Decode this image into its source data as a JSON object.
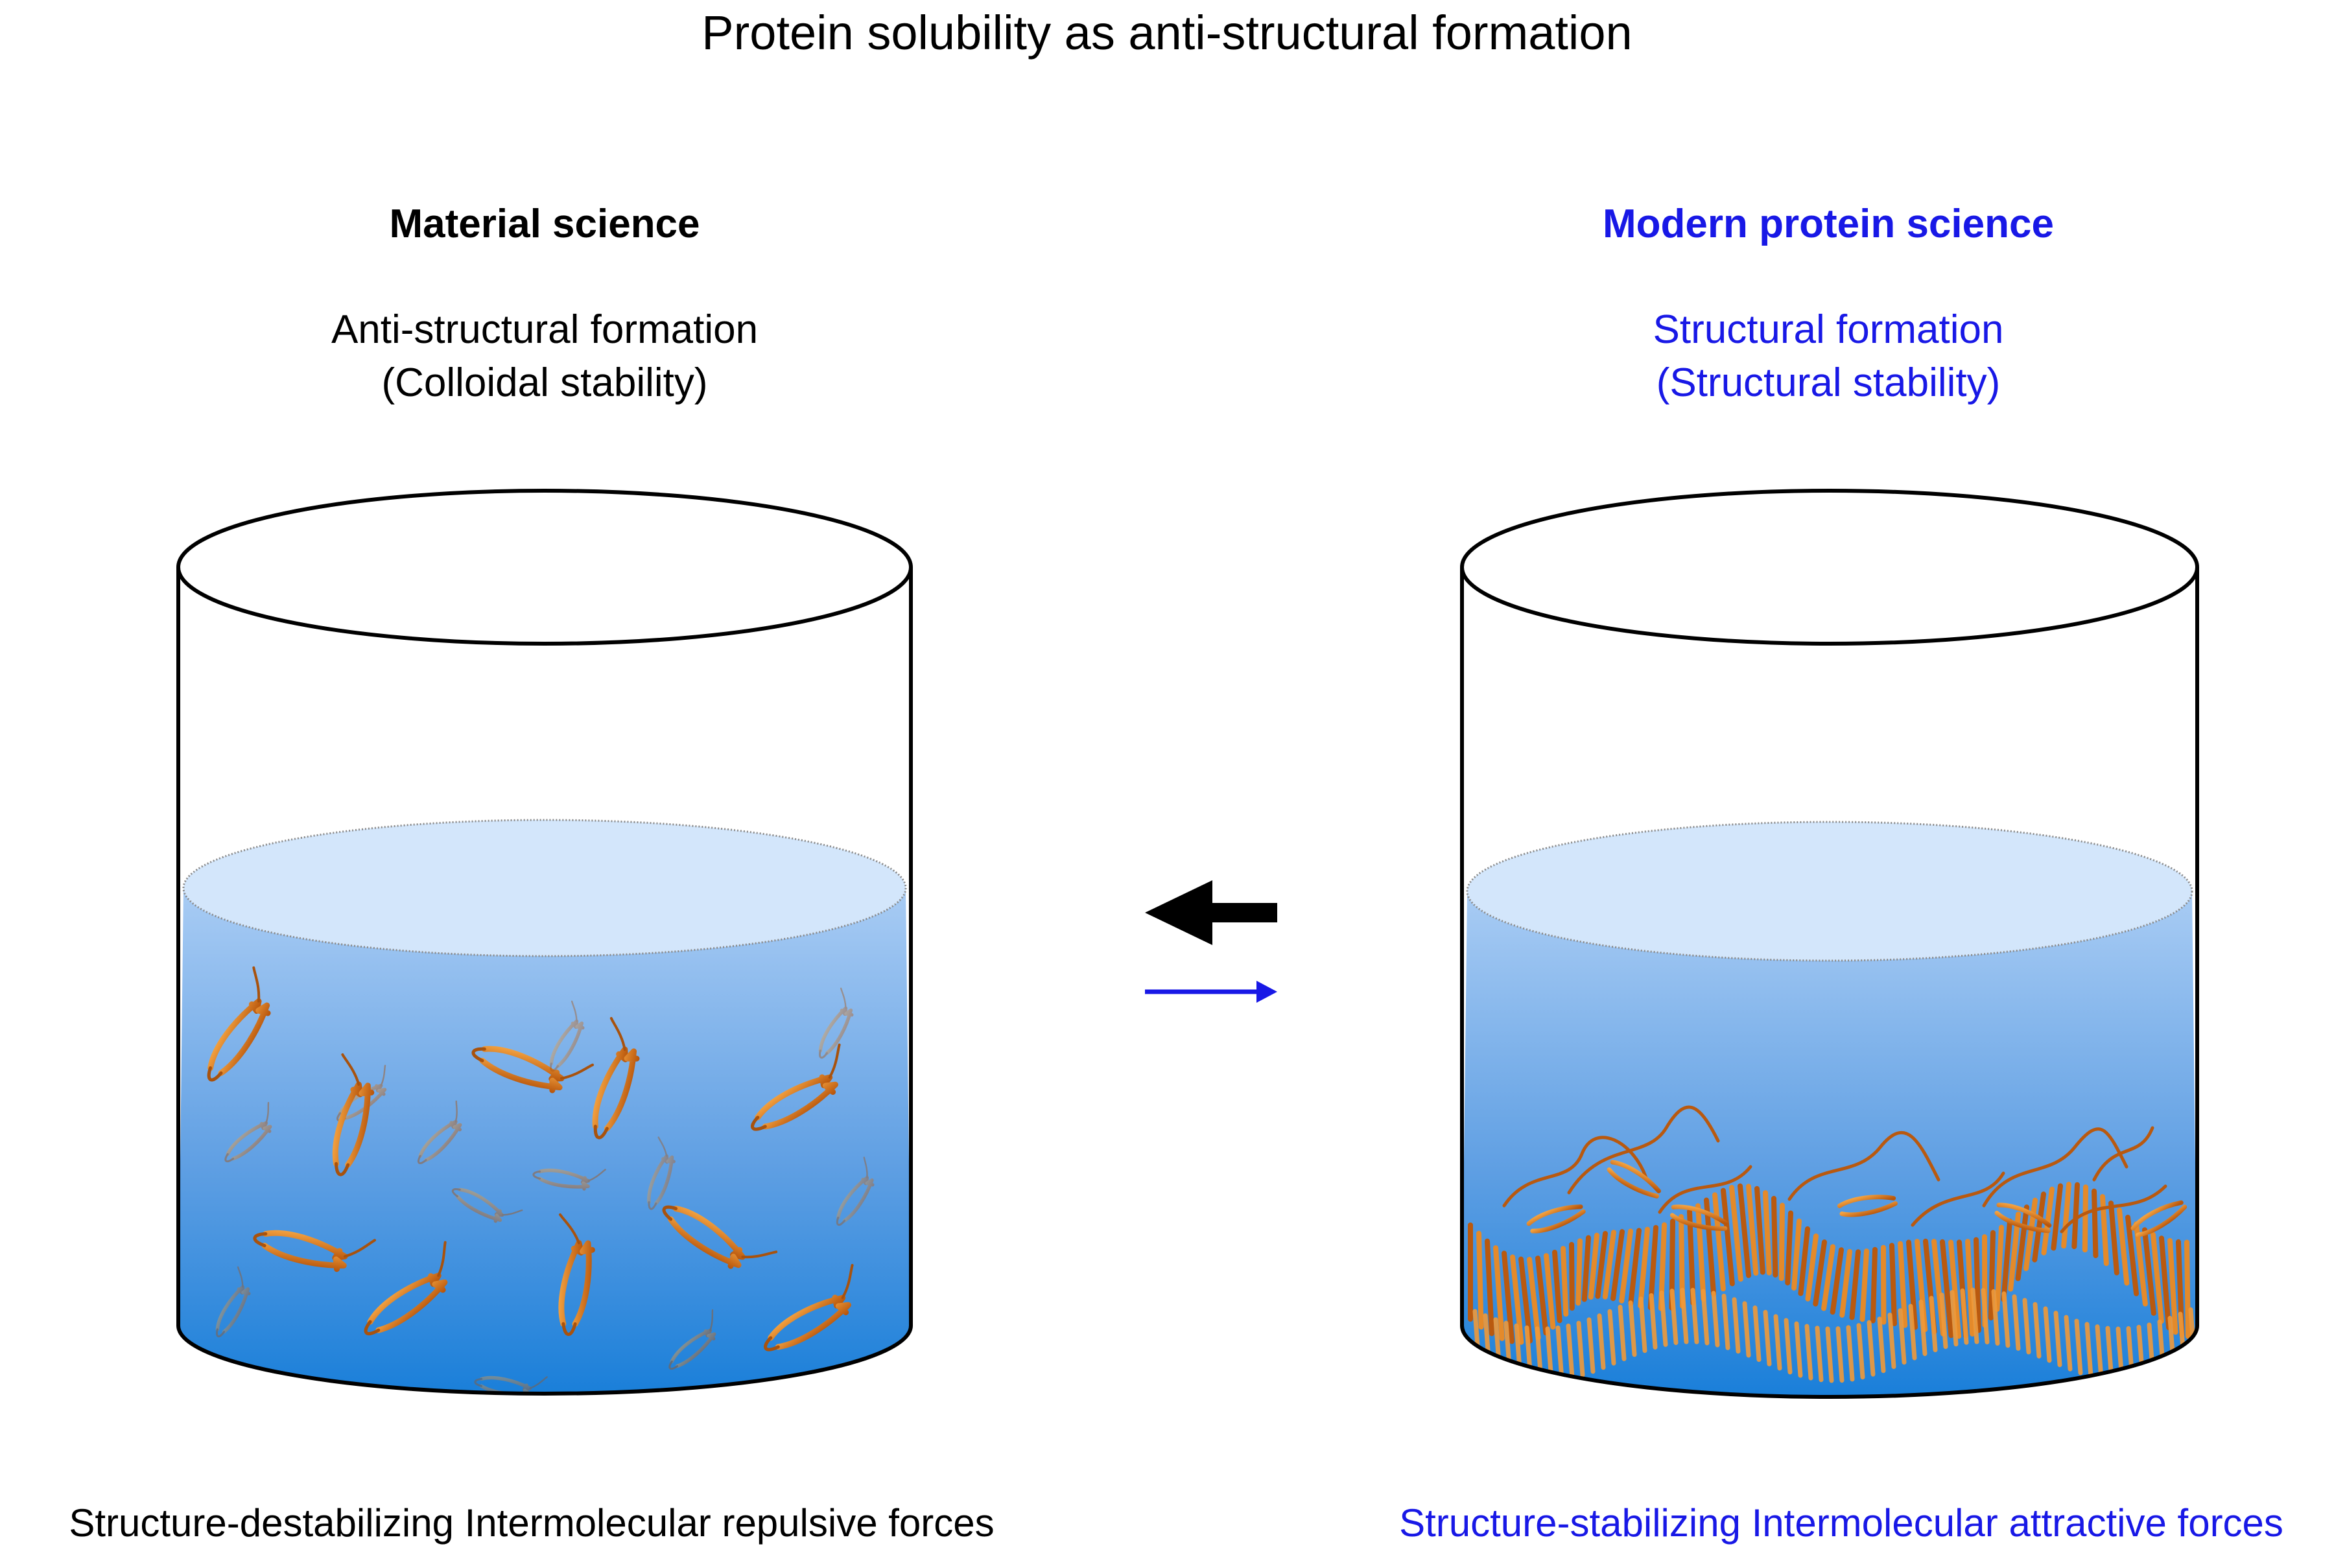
{
  "title": "Protein solubility as anti-structural formation",
  "left_panel": {
    "heading": "Material science",
    "line1": "Anti-structural formation",
    "line2": "(Colloidal stability)",
    "footer": "Structure-destabilizing Intermolecular repulsive forces"
  },
  "right_panel": {
    "heading": "Modern protein science",
    "line1": "Structural formation",
    "line2": "(Structural stability)",
    "footer": "Structure-stabilizing Intermolecular attractive forces"
  },
  "colors": {
    "blue_text": "#1818e6",
    "black_text": "#000000",
    "water_top": "#cfe3fa",
    "water_bottom": "#1a7fd9",
    "protein": "#e07a1c"
  },
  "arrows": {
    "upper": {
      "direction": "left",
      "color": "#000000"
    },
    "lower": {
      "direction": "right",
      "color": "#1818e6"
    }
  }
}
